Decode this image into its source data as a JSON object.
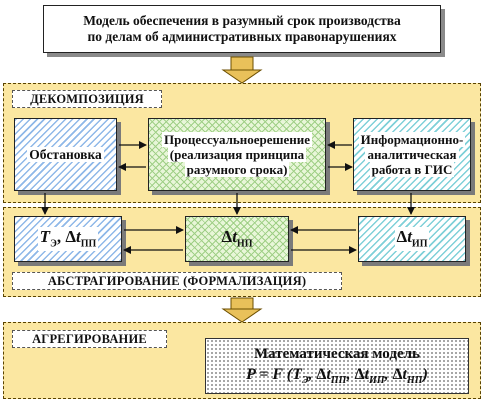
{
  "top_box": {
    "line1": "Модель обеспечения в разумный срок производства",
    "line2": "по делам об административных правонарушениях"
  },
  "panels": {
    "decomposition_label": "ДЕКОМПОЗИЦИЯ",
    "abstraction_label": "АБСТРАГИРОВАНИЕ (ФОРМАЛИЗАЦИЯ)",
    "aggregation_label": "АГРЕГИРОВАНИЕ"
  },
  "boxes": {
    "situation": "Обстановка",
    "procedural_line1": "Процессуальноерешение",
    "procedural_line2": "(реализация принципа",
    "procedural_line3": "разумного срока)",
    "gis_line1": "Информационно-",
    "gis_line2": "аналитическая",
    "gis_line3": "работа в ГИС"
  },
  "variables": {
    "left_T": "T",
    "left_T_sub": "Э",
    "left_sep": ", ",
    "delta": "Δ",
    "t": "t",
    "sub_pp": "ПП",
    "sub_np": "НП",
    "sub_ip": "ИП"
  },
  "model": {
    "title": "Математическая модель",
    "formula_lhs": "P = F (",
    "T": "T",
    "T_sub": "Э",
    "comma": ", ",
    "delta": "Δ",
    "t": "t",
    "sub_pp": "ПП",
    "sub_ip": "ИП",
    "sub_np": "НП",
    "close": ")"
  },
  "colors": {
    "panel_fill": "#fbe7a1",
    "blue_hatch": "#8fb8e8",
    "green_fill": "#e8f6d8",
    "cyan_hatch": "#7fd0d8"
  }
}
